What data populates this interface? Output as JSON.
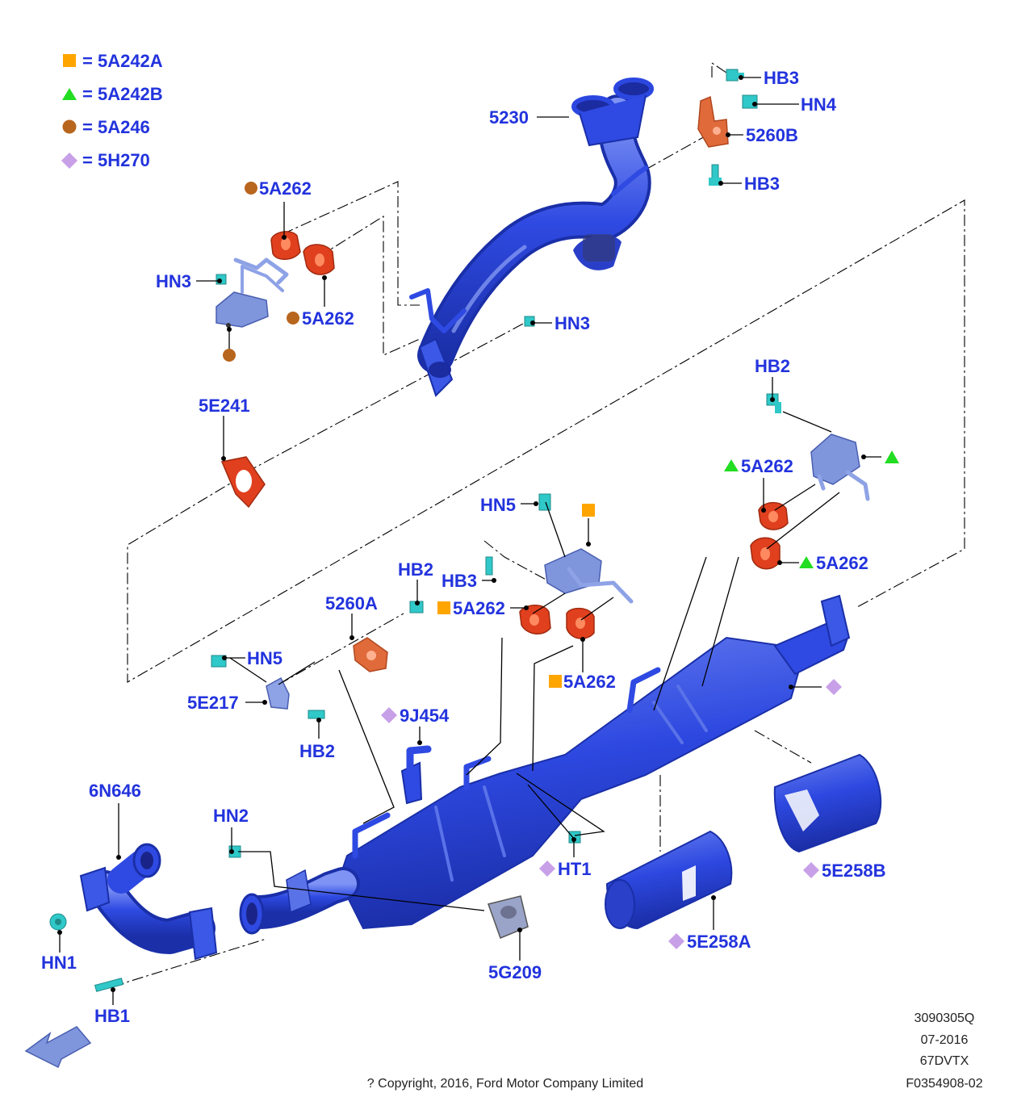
{
  "colors": {
    "label": "#2233dd",
    "part_blue": "#2b47e0",
    "part_blue_dark": "#1a2fb0",
    "part_blue_light": "#6f86f0",
    "insulator": "#e0401e",
    "bracket": "#e06a3a",
    "fastener": "#30c8c8",
    "bracket_grey": "#7a90d8",
    "legend_square": "#ffa500",
    "legend_triangle": "#22dd22",
    "legend_circle": "#b8651e",
    "legend_diamond": "#c8a0e8"
  },
  "legend": [
    {
      "symbol": "square",
      "text": "= 5A242A"
    },
    {
      "symbol": "triangle",
      "text": "= 5A242B"
    },
    {
      "symbol": "circle",
      "text": "= 5A246"
    },
    {
      "symbol": "diamond",
      "text": "= 5H270"
    }
  ],
  "labels": {
    "l5230": "5230",
    "hb3_top": "HB3",
    "hn4": "HN4",
    "l5260b": "5260B",
    "hb3_mid": "HB3",
    "l5a262_tl": "5A262",
    "hn3_left": "HN3",
    "l5a262_tl2": "5A262",
    "hn3_mid": "HN3",
    "l5e241": "5E241",
    "hb2_right": "HB2",
    "l5a262_tri1": "5A262",
    "l5a262_tri2": "5A262",
    "hn5_mid": "HN5",
    "hb2_mid": "HB2",
    "hb3_low": "HB3",
    "l5260a": "5260A",
    "l5a262_sq1": "5A262",
    "l5a262_sq2": "5A262",
    "hn5_left": "HN5",
    "l5e217": "5E217",
    "hb2_left": "HB2",
    "l9j454": "9J454",
    "l6n646": "6N646",
    "hn2": "HN2",
    "ht1": "HT1",
    "hn1": "HN1",
    "hb1": "HB1",
    "l5g209": "5G209",
    "l5e258a": "5E258A",
    "l5e258b": "5E258B"
  },
  "footer": {
    "code1": "3090305Q",
    "date": "07-2016",
    "model": "67DVTX",
    "figure": "F0354908-02",
    "copyright": "? Copyright, 2016, Ford Motor Company Limited"
  }
}
